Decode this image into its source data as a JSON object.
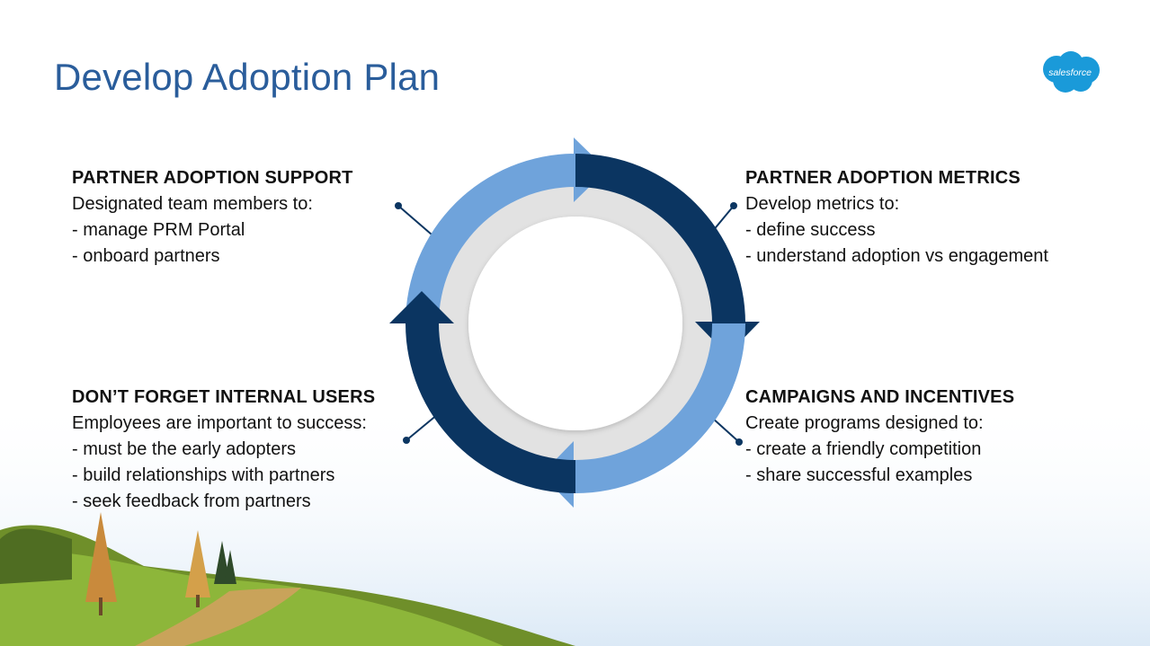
{
  "title": "Develop Adoption Plan",
  "logo_text": "salesforce",
  "colors": {
    "title": "#2a5d9b",
    "arrow_light": "#6fa3db",
    "arrow_dark": "#0b3561",
    "ring_gray": "#e2e2e2",
    "logo": "#1a9ad9"
  },
  "sections": {
    "top_left": {
      "heading": "PARTNER ADOPTION SUPPORT",
      "lines": [
        "Designated team members to:",
        "- manage PRM Portal",
        "- onboard partners"
      ]
    },
    "top_right": {
      "heading": "PARTNER ADOPTION METRICS",
      "lines": [
        "Develop metrics to:",
        "- define success",
        "- understand adoption vs engagement"
      ]
    },
    "bottom_left": {
      "heading": "DON’T FORGET INTERNAL USERS",
      "lines": [
        "Employees are important to success:",
        "- must be the early adopters",
        "- build relationships with partners",
        "- seek feedback from partners"
      ]
    },
    "bottom_right": {
      "heading": "CAMPAIGNS AND INCENTIVES",
      "lines": [
        "Create programs designed to:",
        "- create a friendly competition",
        "- share successful examples"
      ]
    }
  }
}
